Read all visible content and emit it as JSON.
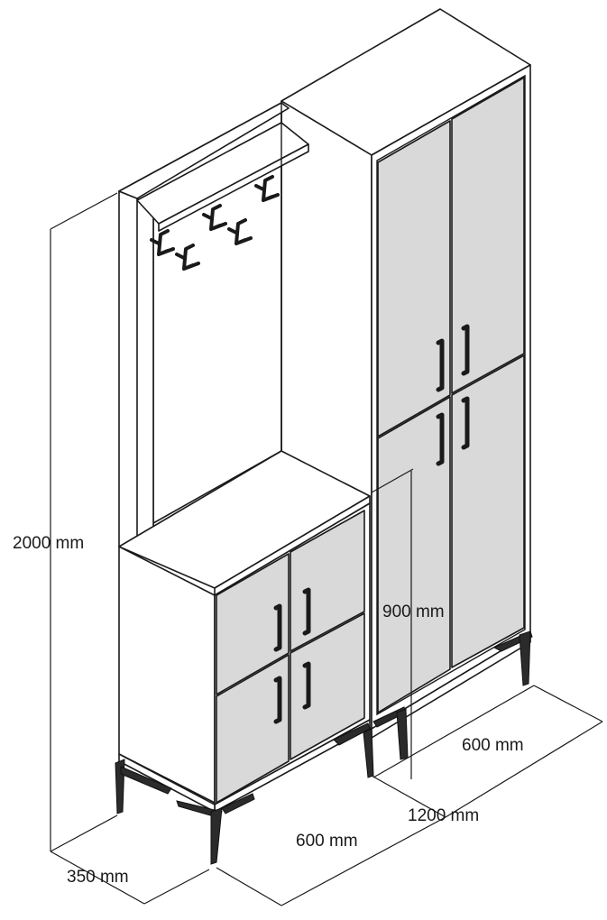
{
  "dimensions": {
    "total_height": "2000 mm",
    "depth": "350 mm",
    "left_module_width": "600 mm",
    "right_module_width": "600 mm",
    "total_width": "1200 mm",
    "bench_height": "900 mm"
  },
  "colors": {
    "door_fill": "#d9d9d9",
    "body_fill": "#ffffff",
    "line": "#1a1a1a",
    "legs": "#2b2b2b"
  },
  "components": {
    "left_module": "hall stand with coat hooks, shelf and 4-door lower cabinet",
    "right_module": "tall wardrobe with 4 doors",
    "hook_count": 5,
    "legs": "dark metal tapered legs"
  }
}
